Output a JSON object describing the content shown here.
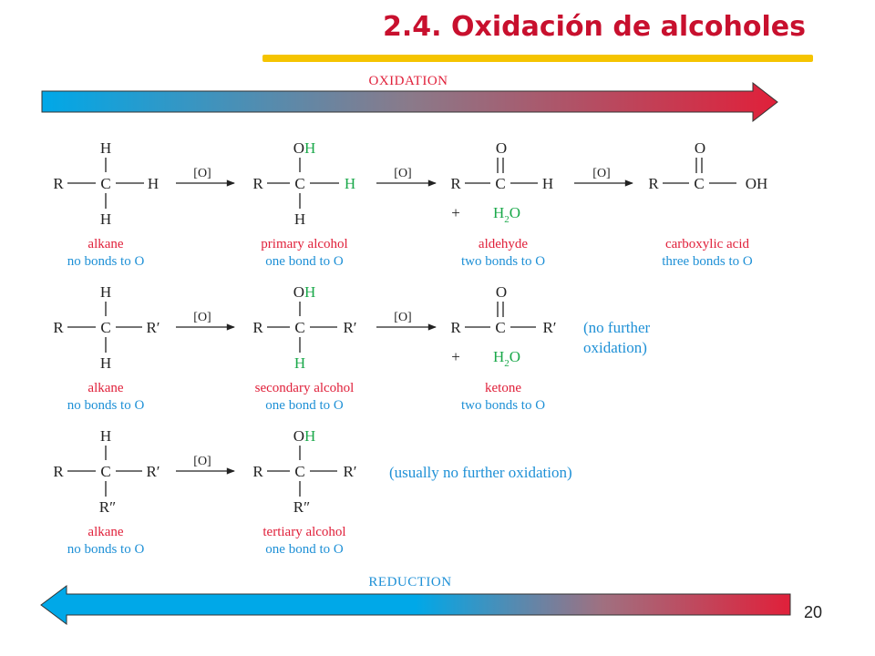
{
  "slide": {
    "title": "2.4. Oxidación de alcoholes",
    "page_number": "20",
    "oxidation_label": "OXIDATION",
    "reduction_label": "REDUCTION"
  },
  "colors": {
    "title": "#c8102e",
    "title_rule": "#f5c400",
    "arrow_blue": "#00a8e8",
    "arrow_red": "#e0203a",
    "green": "#1aa84a",
    "red_label": "#e0203a",
    "blue_label": "#1e90d6"
  },
  "common": {
    "reagent": "[O]",
    "H": "H",
    "C": "C",
    "O": "O",
    "R": "R",
    "Rp": "R′",
    "Rpp": "R″",
    "OH_O": "O",
    "OH_H": "H",
    "plus": "+",
    "water_H": "H",
    "water_sub": "2",
    "water_O": "O"
  },
  "row1": {
    "alkane_name": "alkane",
    "alkane_bonds": "no bonds to O",
    "alcohol_name": "primary alcohol",
    "alcohol_bonds": "one bond to O",
    "carbonyl_name": "aldehyde",
    "carbonyl_bonds": "two bonds to O",
    "acid_name": "carboxylic acid",
    "acid_bonds": "three bonds to O",
    "acid_OH": "OH"
  },
  "row2": {
    "alkane_name": "alkane",
    "alkane_bonds": "no bonds to O",
    "alcohol_name": "secondary alcohol",
    "alcohol_bonds": "one bond to O",
    "carbonyl_name": "ketone",
    "carbonyl_bonds": "two bonds to O",
    "note_line1": "(no further",
    "note_line2": "oxidation)"
  },
  "row3": {
    "alkane_name": "alkane",
    "alkane_bonds": "no bonds to O",
    "alcohol_name": "tertiary alcohol",
    "alcohol_bonds": "one bond to O",
    "note": "(usually no further oxidation)"
  }
}
